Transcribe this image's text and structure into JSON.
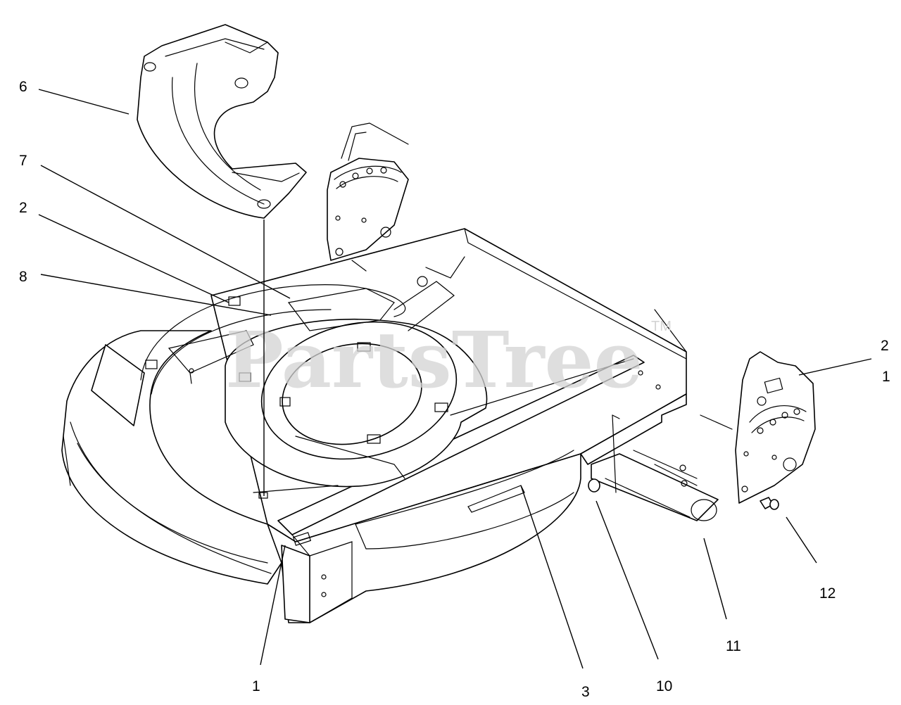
{
  "watermark": {
    "text": "PartsTree",
    "trademark": "TM"
  },
  "callouts": [
    {
      "id": "callout-6",
      "label": "6"
    },
    {
      "id": "callout-7",
      "label": "7"
    },
    {
      "id": "callout-2-left",
      "label": "2"
    },
    {
      "id": "callout-8",
      "label": "8"
    },
    {
      "id": "callout-2-right",
      "label": "2"
    },
    {
      "id": "callout-1-right",
      "label": "1"
    },
    {
      "id": "callout-12",
      "label": "12"
    },
    {
      "id": "callout-11",
      "label": "11"
    },
    {
      "id": "callout-10",
      "label": "10"
    },
    {
      "id": "callout-3",
      "label": "3"
    },
    {
      "id": "callout-1-bottom",
      "label": "1"
    }
  ],
  "colors": {
    "line": "#000000",
    "background": "#ffffff",
    "watermark": "#d4d4d4"
  }
}
